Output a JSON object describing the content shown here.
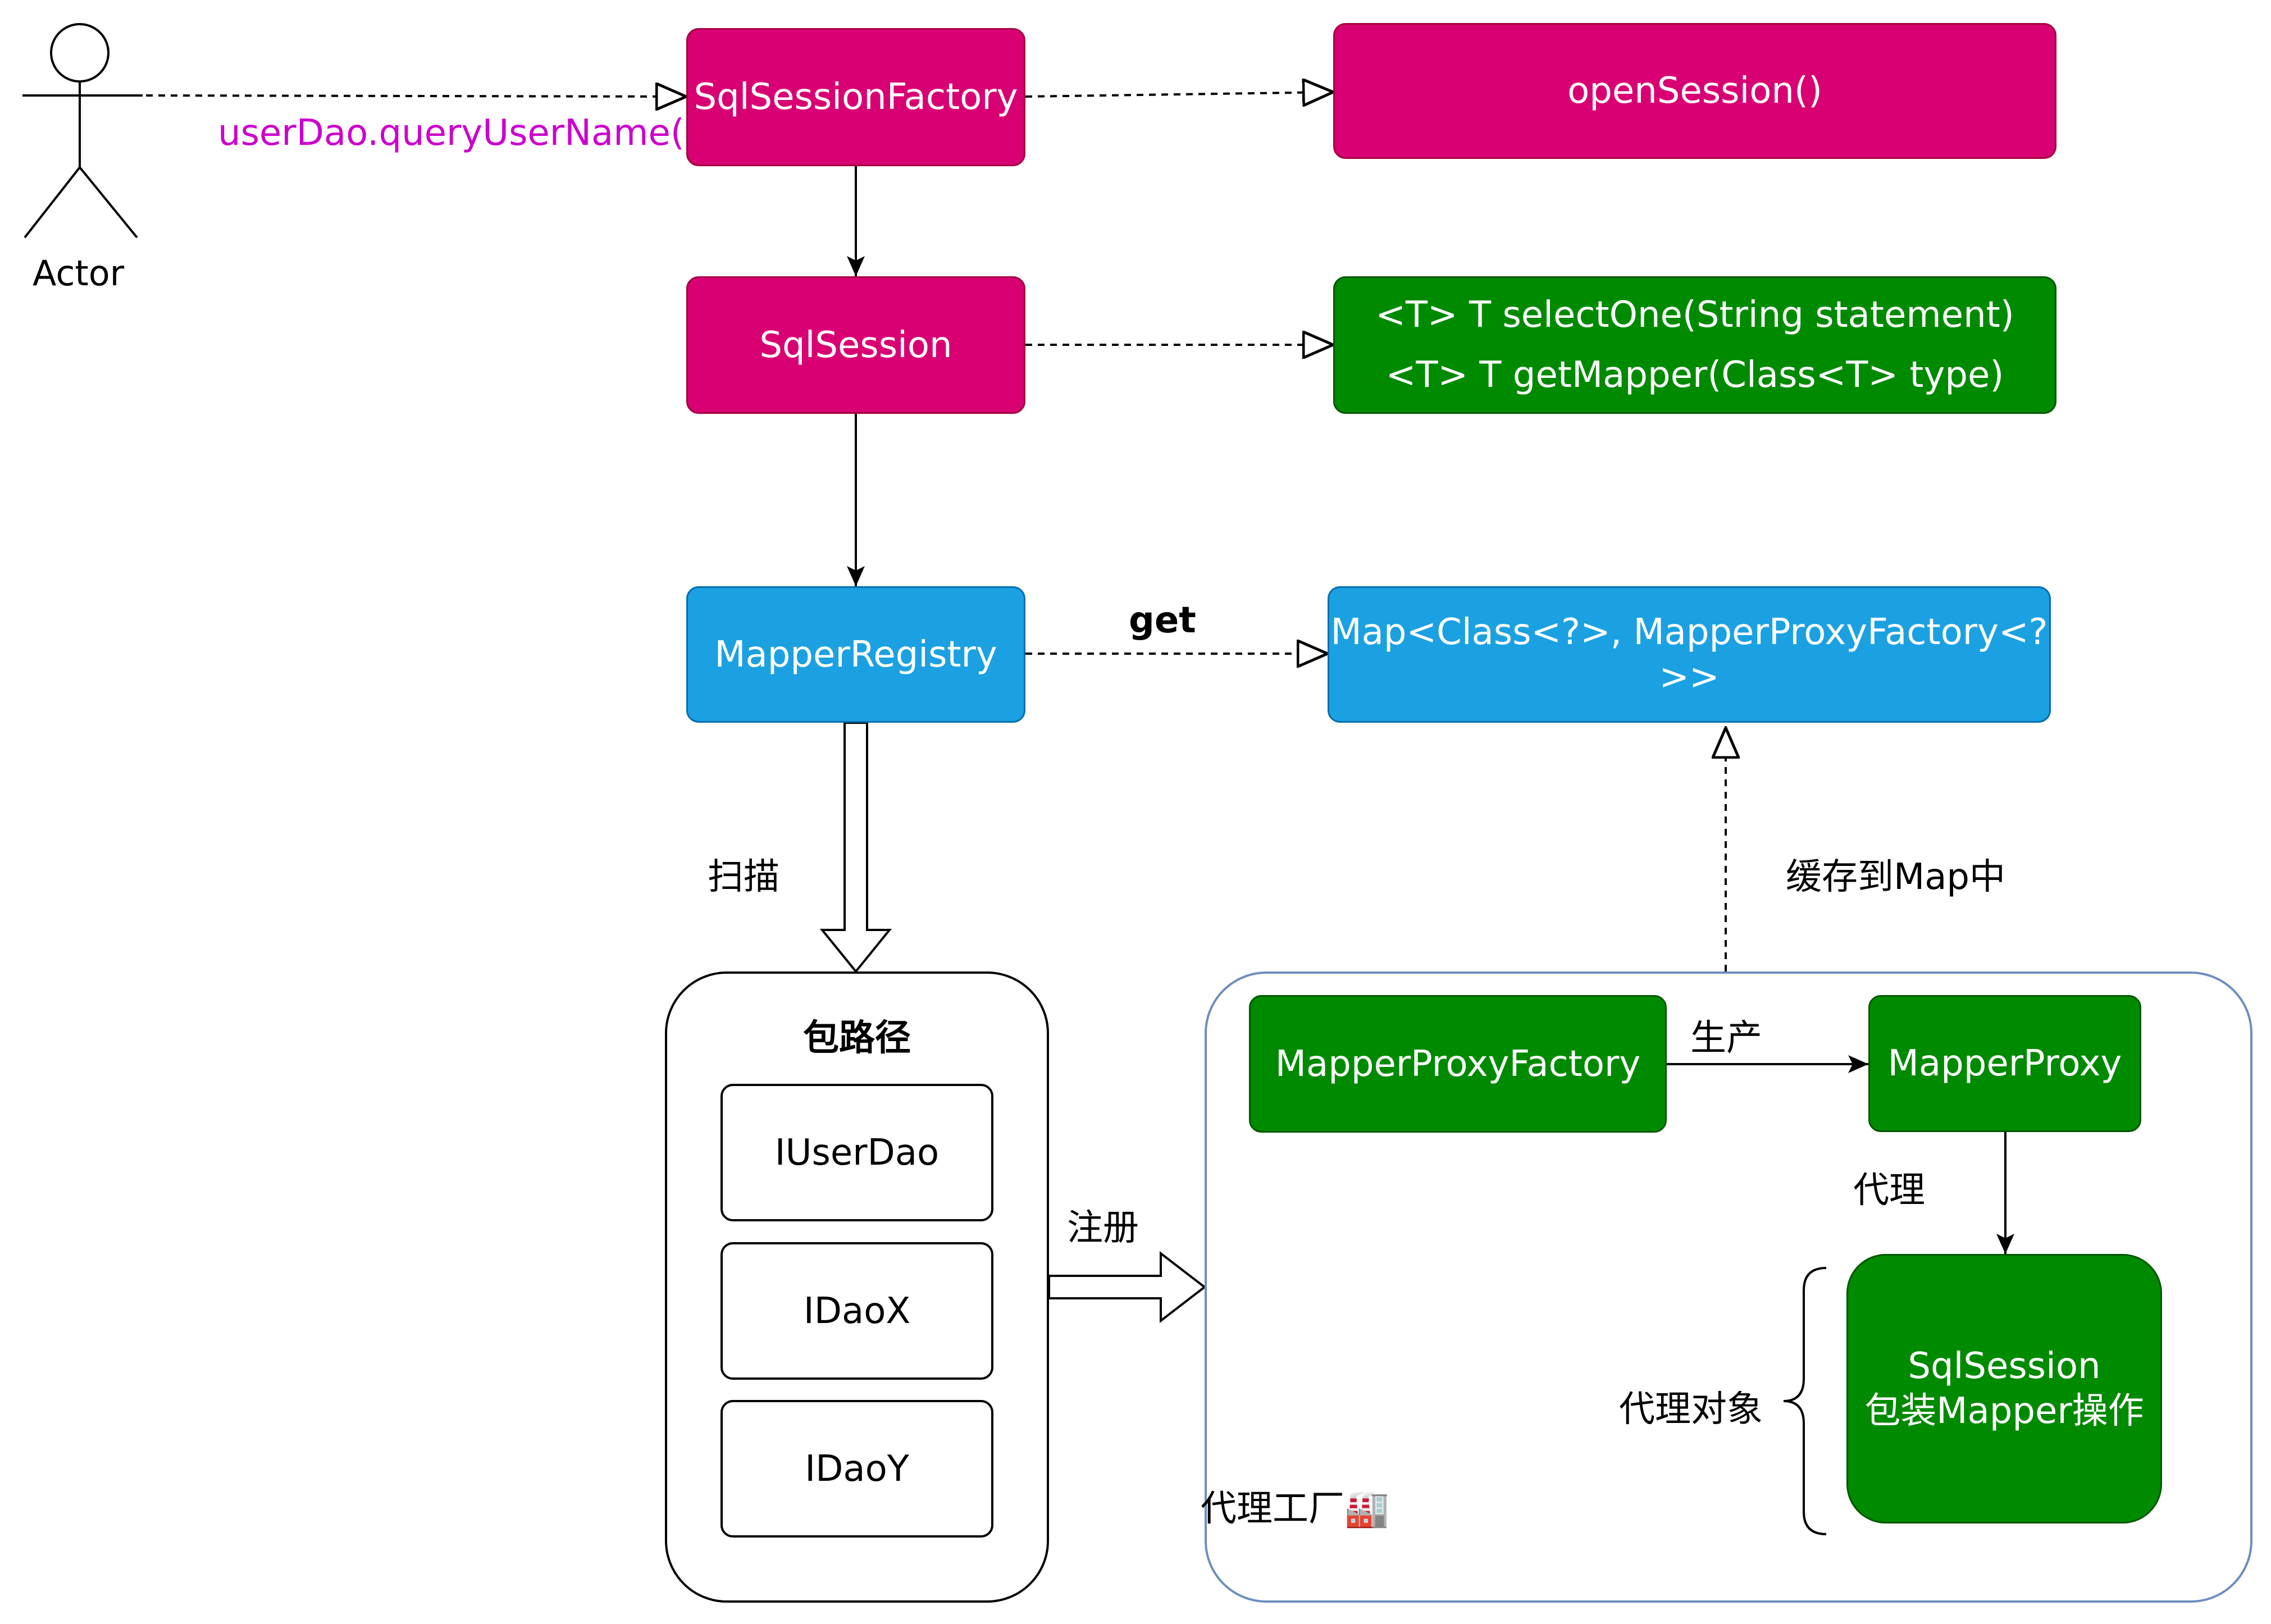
{
  "actor": {
    "label": "Actor"
  },
  "call_label": "userDao.queryUserName()",
  "nodes": {
    "sql_session_factory": "SqlSessionFactory",
    "open_session": "openSession()",
    "sql_session": "SqlSession",
    "sql_session_methods": [
      "<T> T selectOne(String statement)",
      "<T> T getMapper(Class<T> type)"
    ],
    "mapper_registry": "MapperRegistry",
    "mapper_map": "Map<Class<?>, MapperProxyFactory<?>>",
    "mapper_proxy_factory": "MapperProxyFactory",
    "mapper_proxy": "MapperProxy",
    "sql_session_wrap": [
      "SqlSession",
      "包装Mapper操作"
    ]
  },
  "package": {
    "title": "包路径",
    "items": [
      "IUserDao",
      "IDaoX",
      "IDaoY"
    ]
  },
  "labels": {
    "get": "get",
    "scan": "扫描",
    "cache": "缓存到Map中",
    "register": "注册",
    "produce": "生产",
    "proxy": "代理",
    "proxy_object": "代理对象",
    "proxy_factory": "代理工厂🏭"
  },
  "colors": {
    "pink": "#d80073",
    "green": "#008a00",
    "blue": "#1ba1e2",
    "call_label": "#cc00cc",
    "container_border": "#6c8ebf"
  }
}
